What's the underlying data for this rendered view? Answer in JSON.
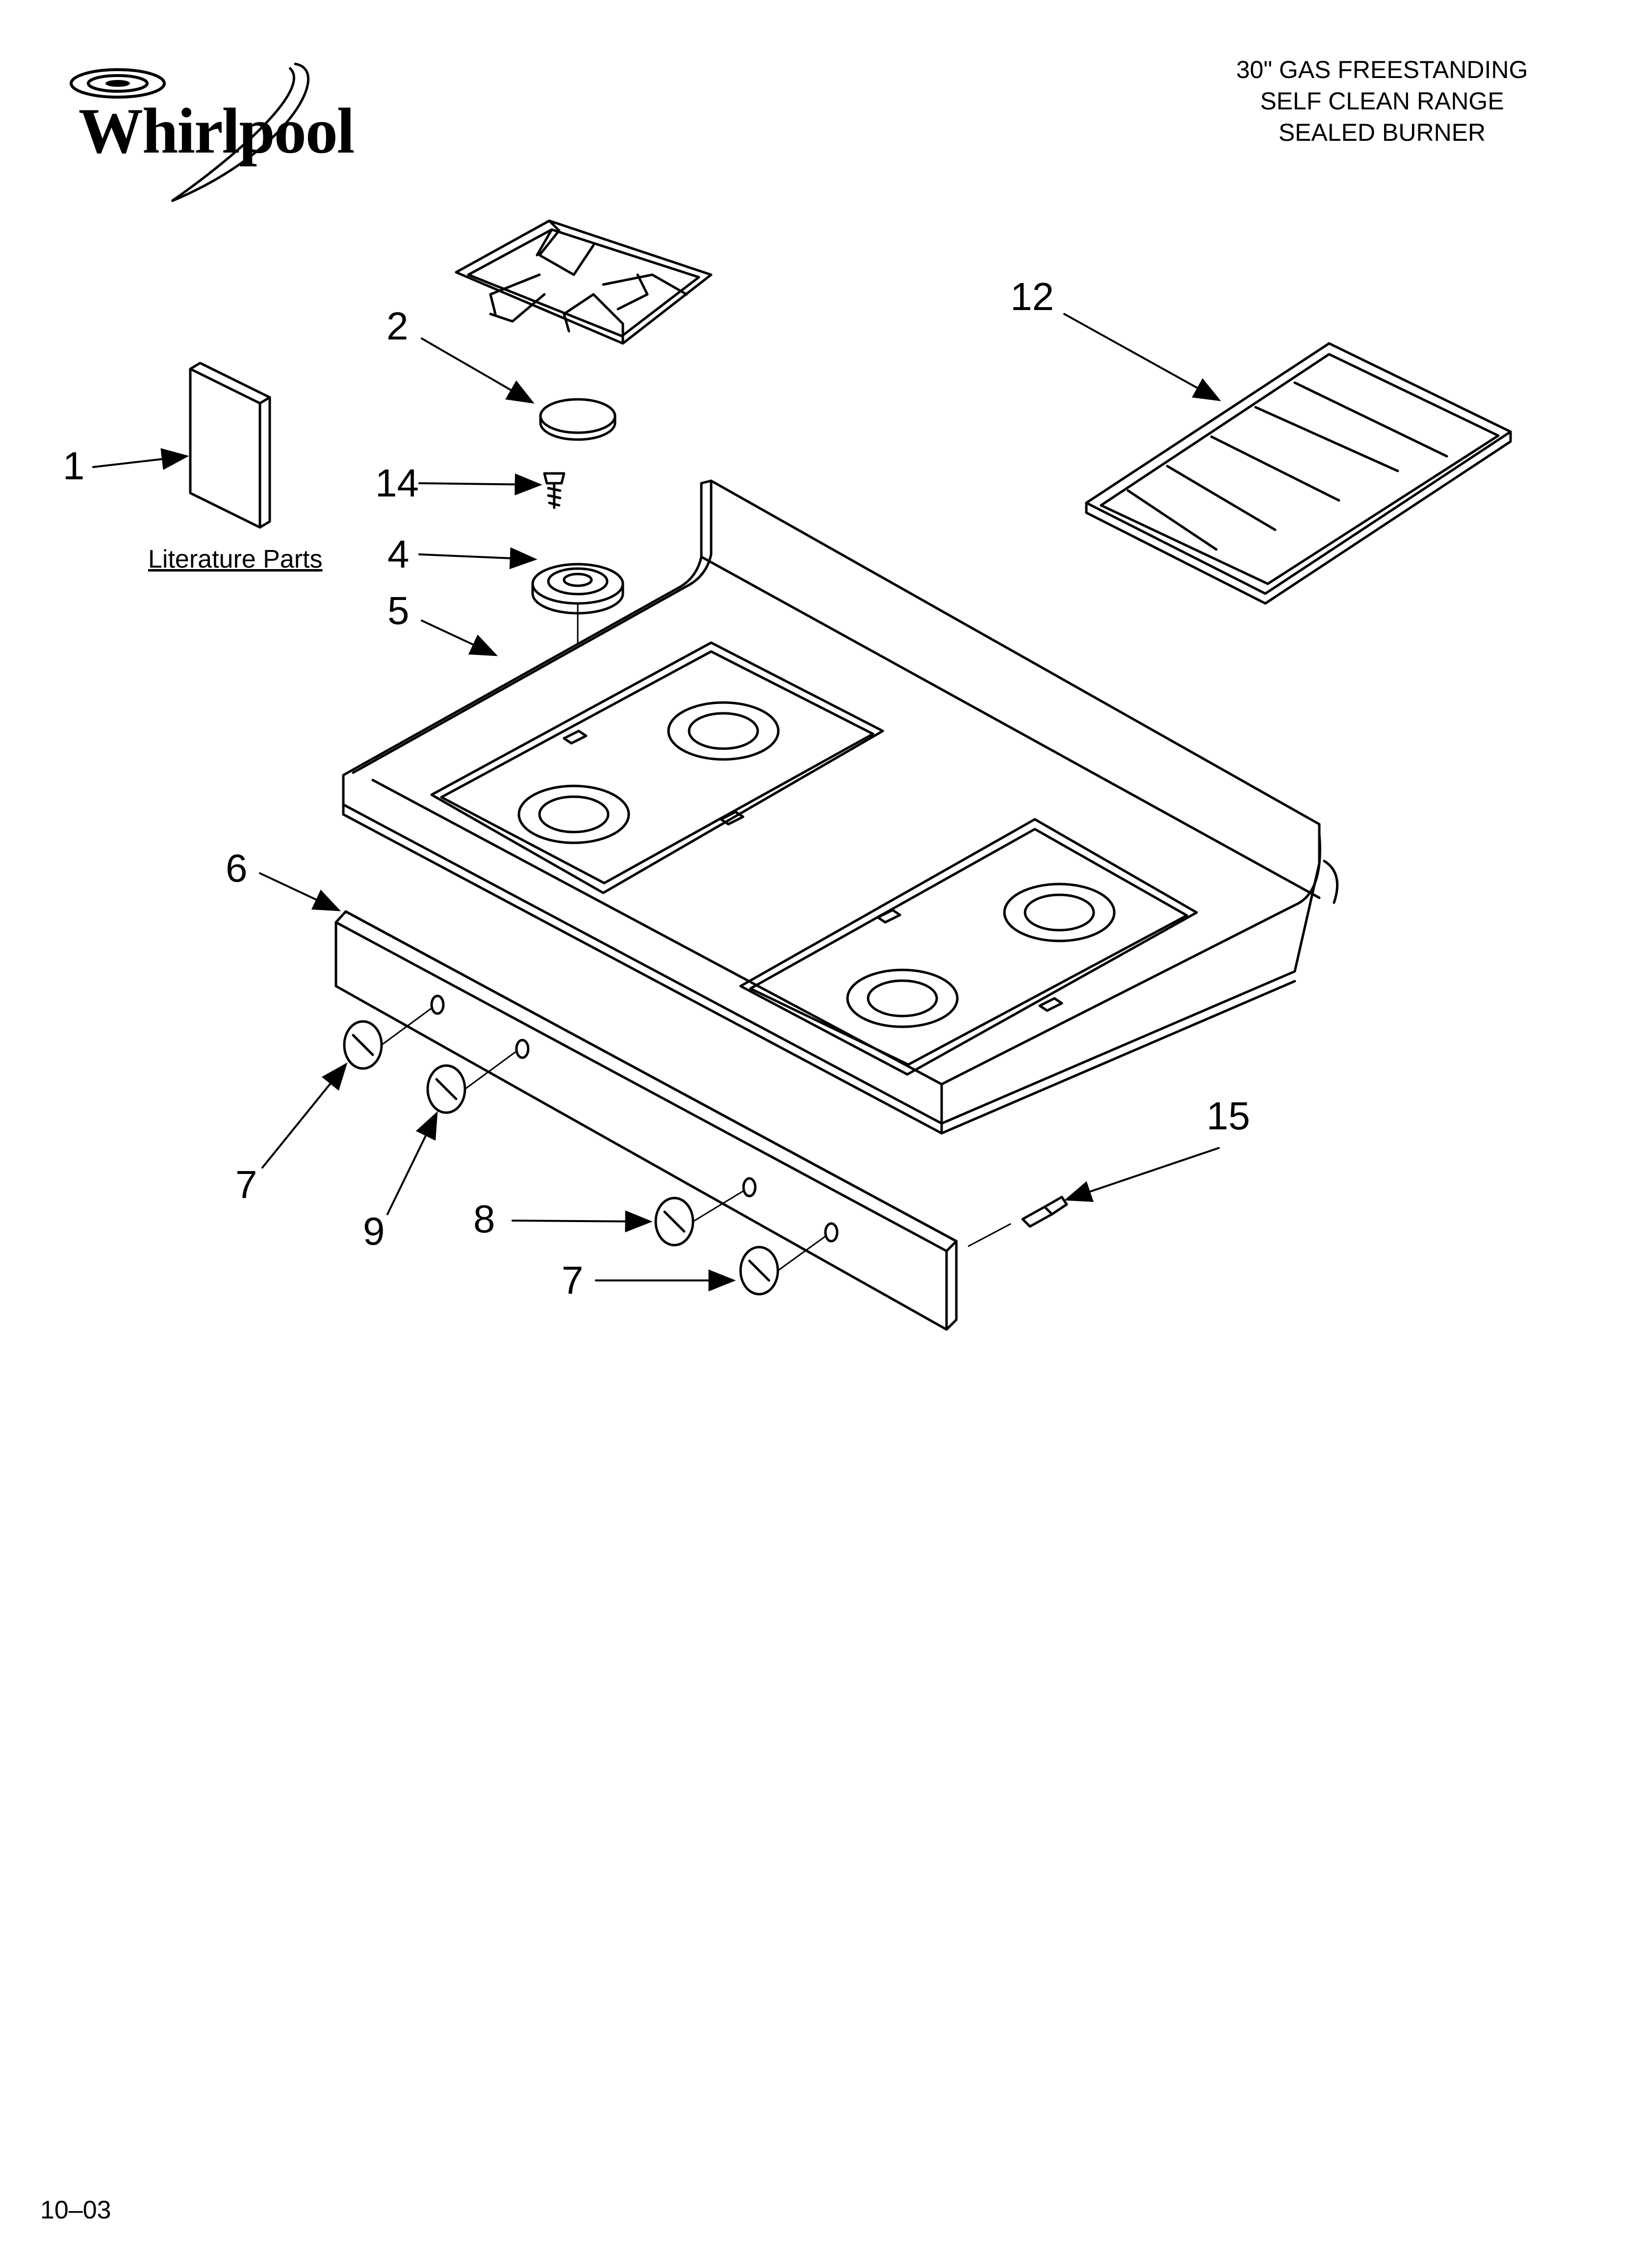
{
  "brand": "Whirlpool",
  "title_lines": [
    "30\" GAS FREESTANDING",
    "SELF CLEAN RANGE",
    "SEALED BURNER"
  ],
  "literature_label": "Literature Parts",
  "callouts": {
    "c1": "1",
    "c2": "2",
    "c4": "4",
    "c5": "5",
    "c6": "6",
    "c7a": "7",
    "c7b": "7",
    "c8": "8",
    "c9": "9",
    "c12": "12",
    "c14": "14",
    "c15": "15"
  },
  "footer_code": "10–03"
}
